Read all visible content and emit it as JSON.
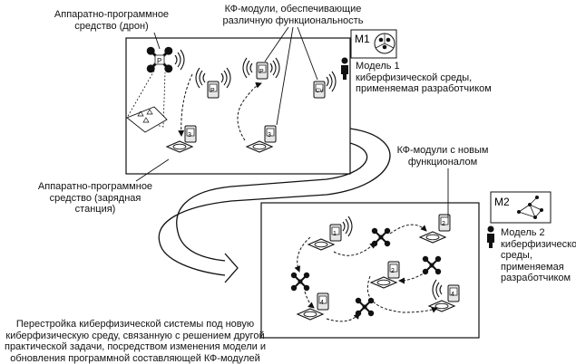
{
  "labels": {
    "drone_device": [
      "Аппаратно-программное",
      "средство (дрон)"
    ],
    "cf_modules": [
      "КФ-модули, обеспечивающие",
      "различную функциональность"
    ],
    "model1": [
      "Модель 1",
      "киберфизической среды,",
      "применяемая разработчиком"
    ],
    "charging_station": [
      "Аппаратно-программное",
      "средство (зарядная",
      "станция)"
    ],
    "new_modules": [
      "КФ-модули с новым",
      "функционалом"
    ],
    "model2": [
      "Модель 2",
      "киберфизической",
      "среды,",
      "применяемая",
      "разработчиком"
    ],
    "restructure": [
      "Перестройка киберфизической системы под новую",
      "киберфизическую среду, связанную с решением другой",
      "практической задачи, посредством изменения модели и",
      "обновления программной составляющей КФ-модулей"
    ]
  },
  "model_tags": {
    "m1": "M1",
    "m2": "M2"
  },
  "module_marks": {
    "p": "P",
    "three": "3",
    "cv": "CV",
    "one": "1",
    "two": "2",
    "four": "4"
  },
  "colors": {
    "line": "#111111",
    "background": "#ffffff",
    "module_fill": "#e6e6e6"
  }
}
